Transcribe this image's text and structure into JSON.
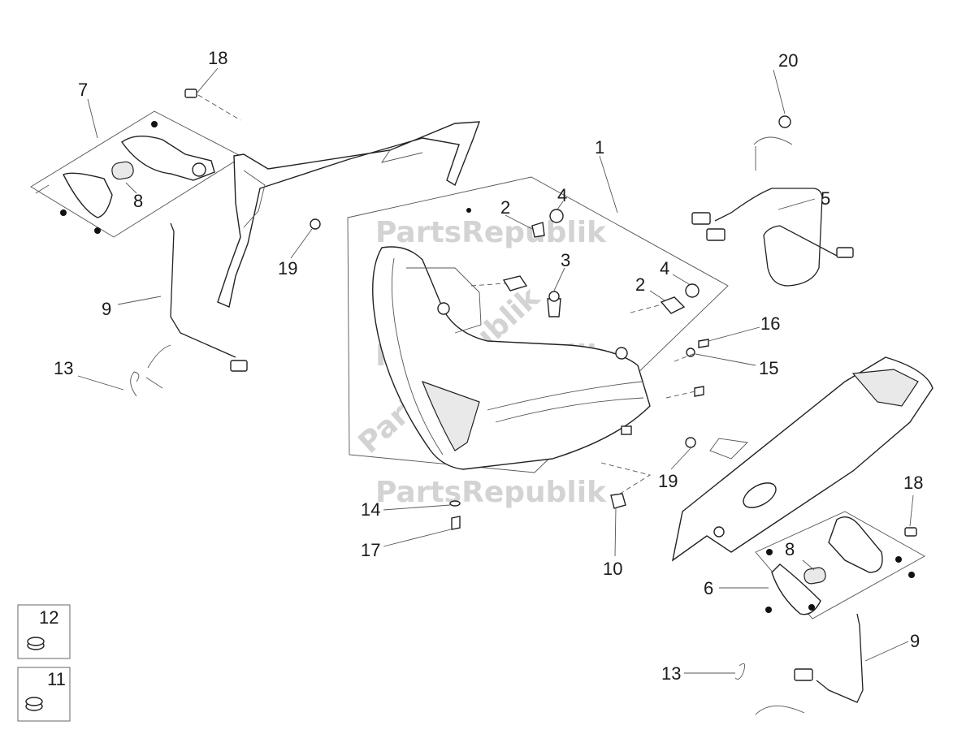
{
  "watermark": {
    "text": "PartsRepublik"
  },
  "callouts": {
    "c1": "1",
    "c2_top": "2",
    "c2_right": "2",
    "c3": "3",
    "c4_top": "4",
    "c4_right": "4",
    "c5": "5",
    "c6": "6",
    "c7": "7",
    "c8_left": "8",
    "c8_right": "8",
    "c9_left": "9",
    "c9_right": "9",
    "c10": "10",
    "c11": "11",
    "c12": "12",
    "c13_left": "13",
    "c13_right": "13",
    "c14": "14",
    "c15": "15",
    "c16": "16",
    "c17": "17",
    "c18_top": "18",
    "c18_right": "18",
    "c19_left": "19",
    "c19_right": "19",
    "c20": "20"
  }
}
